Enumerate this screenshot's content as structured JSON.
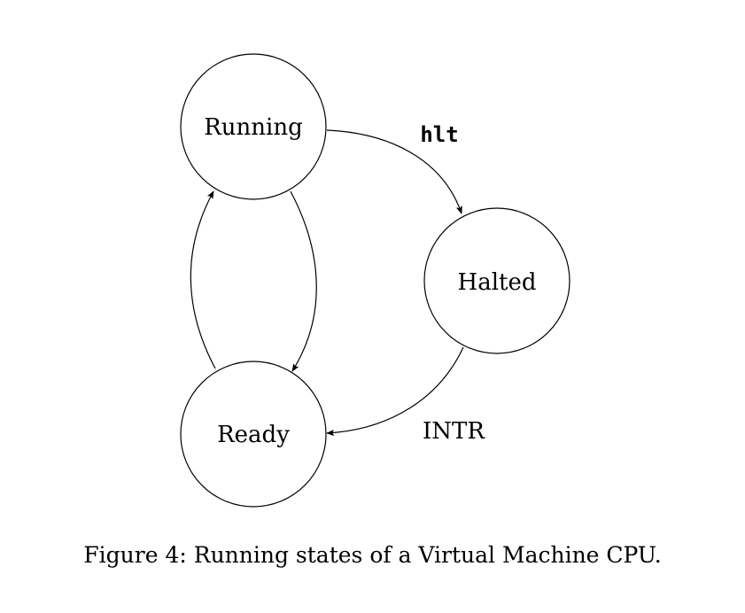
{
  "states": {
    "running": "Running",
    "halted": "Halted",
    "ready": "Ready"
  },
  "transitions": {
    "running_to_halted": "hlt",
    "halted_to_ready": "INTR"
  },
  "caption": "Figure 4: Running states of a Virtual Machine CPU.",
  "colors": {
    "stroke": "#000000",
    "background": "#ffffff"
  }
}
